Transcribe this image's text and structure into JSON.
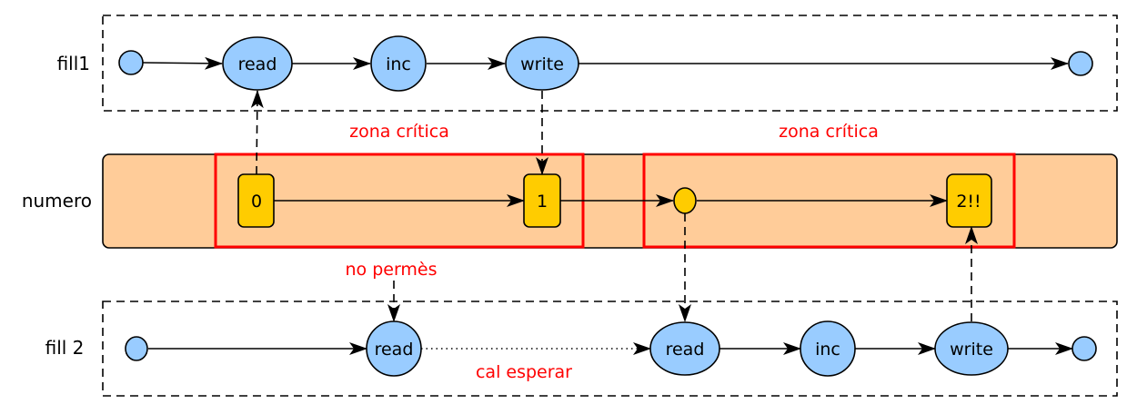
{
  "lanes": {
    "fill1": {
      "label": "fill1",
      "nodes": [
        "",
        "read",
        "inc",
        "write",
        ""
      ]
    },
    "numero": {
      "label": "numero",
      "values": [
        "0",
        "1",
        "",
        "2!!"
      ]
    },
    "fill2": {
      "label": "fill 2",
      "nodes": [
        "",
        "read",
        "read",
        "inc",
        "write",
        ""
      ]
    }
  },
  "annotations": {
    "critical_zone_1": "zona crítica",
    "critical_zone_2": "zona crítica",
    "not_allowed": "no permès",
    "must_wait": "cal esperar"
  },
  "colors": {
    "process_node": "#99CCFF",
    "value_node": "#FFCC00",
    "shared_band": "#FFCC99",
    "critical_zone": "#FF0000",
    "annotation_text": "#FF0000"
  }
}
